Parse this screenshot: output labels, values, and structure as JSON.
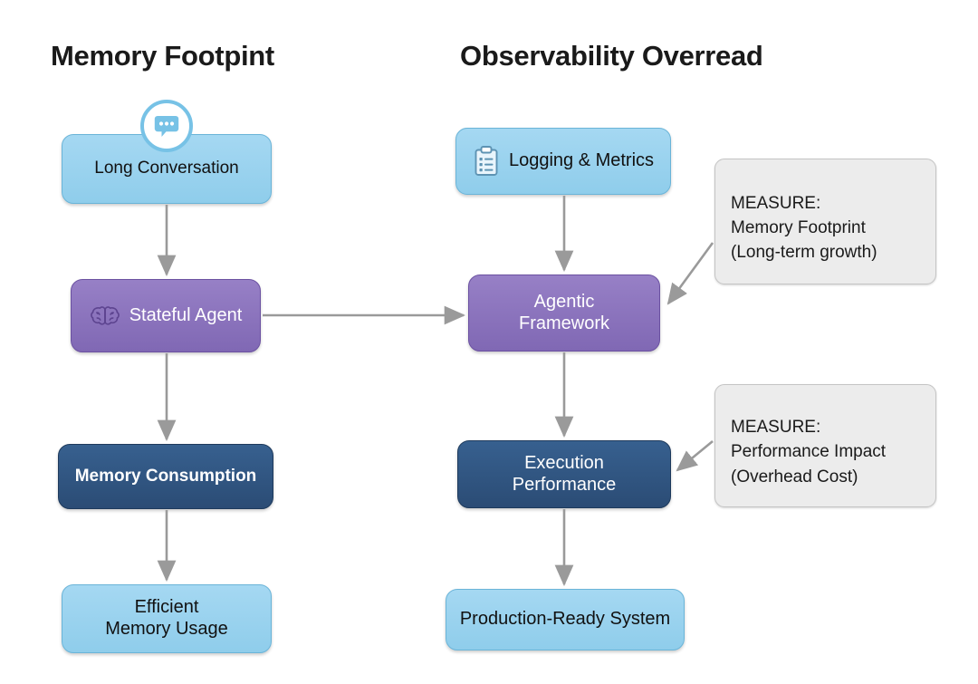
{
  "titles": {
    "left": "Memory Footpint",
    "right": "Observability Overread"
  },
  "colors": {
    "light_blue": "#8fcdeb",
    "purple": "#8068b4",
    "navy": "#2b4c75",
    "note_gray": "#ececec",
    "arrow_gray": "#9a9a9a",
    "title_black": "#1a1a1a"
  },
  "left_column": {
    "nodes": [
      {
        "id": "long-conversation",
        "label": "Long Conversation",
        "style": "blue",
        "icon": "speech-bubble-icon"
      },
      {
        "id": "stateful-agent",
        "label": "Stateful Agent",
        "style": "purple",
        "icon": "brain-icon"
      },
      {
        "id": "memory-consumption",
        "label": "Memory Consumption",
        "style": "navy",
        "icon": null
      },
      {
        "id": "efficient-memory",
        "label_line1": "Efficient",
        "label_line2": "Memory Usage",
        "style": "blue",
        "icon": null
      }
    ]
  },
  "right_column": {
    "nodes": [
      {
        "id": "logging-metrics",
        "label": "Logging & Metrics",
        "style": "blue",
        "icon": "clipboard-checklist-icon"
      },
      {
        "id": "agentic-framework",
        "label_line1": "Agentic",
        "label_line2": "Framework",
        "style": "purple",
        "icon": null
      },
      {
        "id": "execution-performance",
        "label_line1": "Execution",
        "label_line2": "Performance",
        "style": "navy",
        "icon": null
      },
      {
        "id": "production-ready",
        "label": "Production-Ready System",
        "style": "blue",
        "icon": null
      }
    ]
  },
  "notes": [
    {
      "id": "memory-footprint",
      "line1": "MEASURE:",
      "line2": "Memory Footprint",
      "line3": "(Long-term growth)"
    },
    {
      "id": "performance-impact",
      "line1": "MEASURE:",
      "line2": "Performance Impact",
      "line3": "(Overhead Cost)"
    }
  ],
  "edges": [
    {
      "from": "long-conversation",
      "to": "stateful-agent",
      "direction": "down"
    },
    {
      "from": "stateful-agent",
      "to": "memory-consumption",
      "direction": "down"
    },
    {
      "from": "memory-consumption",
      "to": "efficient-memory",
      "direction": "down"
    },
    {
      "from": "stateful-agent",
      "to": "agentic-framework",
      "direction": "right"
    },
    {
      "from": "logging-metrics",
      "to": "agentic-framework",
      "direction": "down"
    },
    {
      "from": "agentic-framework",
      "to": "execution-performance",
      "direction": "down"
    },
    {
      "from": "execution-performance",
      "to": "production-ready",
      "direction": "down"
    },
    {
      "from": "memory-footprint-note",
      "to": "agentic-framework",
      "direction": "diagonal-down-left"
    },
    {
      "from": "performance-impact-note",
      "to": "execution-performance",
      "direction": "diagonal-left"
    }
  ]
}
